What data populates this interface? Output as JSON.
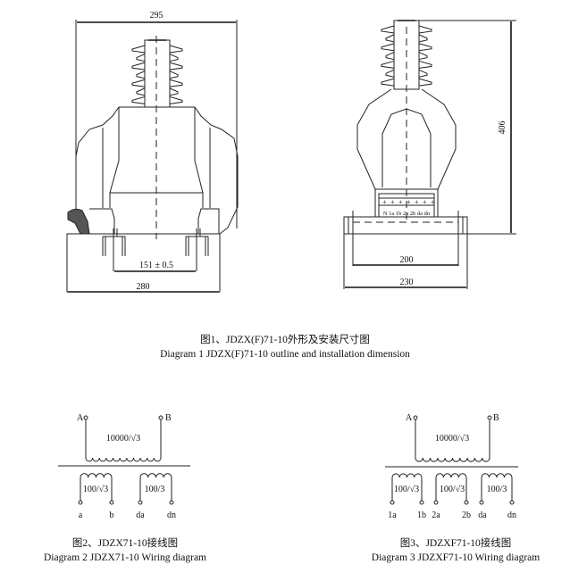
{
  "diagram1": {
    "dims": {
      "overall_width": "295",
      "mounting_holes": "151 ± 0.5",
      "base_width": "280"
    },
    "side_dims": {
      "height": "406",
      "mount_width": "200",
      "base_width": "230"
    },
    "terminal_labels": "N 1a 1b 2a 2b da dn",
    "caption_cn": "图1、JDZX(F)71-10外形及安装尺寸图",
    "caption_en": "Diagram 1 JDZX(F)71-10 outline and installation dimension"
  },
  "diagram2": {
    "primary": {
      "terminal_a": "A",
      "terminal_b": "B",
      "ratio": "10000/√3"
    },
    "secondaries": [
      {
        "ratio": "100/√3",
        "left": "a",
        "right": "b"
      },
      {
        "ratio": "100/3",
        "left": "da",
        "right": "dn"
      }
    ],
    "caption_cn": "图2、JDZX71-10接线图",
    "caption_en": "Diagram 2  JDZX71-10 Wiring diagram"
  },
  "diagram3": {
    "primary": {
      "terminal_a": "A",
      "terminal_b": "B",
      "ratio": "10000/√3"
    },
    "secondaries": [
      {
        "ratio": "100/√3",
        "left": "1a",
        "right": "1b"
      },
      {
        "ratio": "100/√3",
        "left": "2a",
        "right": "2b"
      },
      {
        "ratio": "100/3",
        "left": "da",
        "right": "dn"
      }
    ],
    "caption_cn": "图3、JDZXF71-10接线图",
    "caption_en": "Diagram 3  JDZXF71-10 Wiring diagram"
  }
}
